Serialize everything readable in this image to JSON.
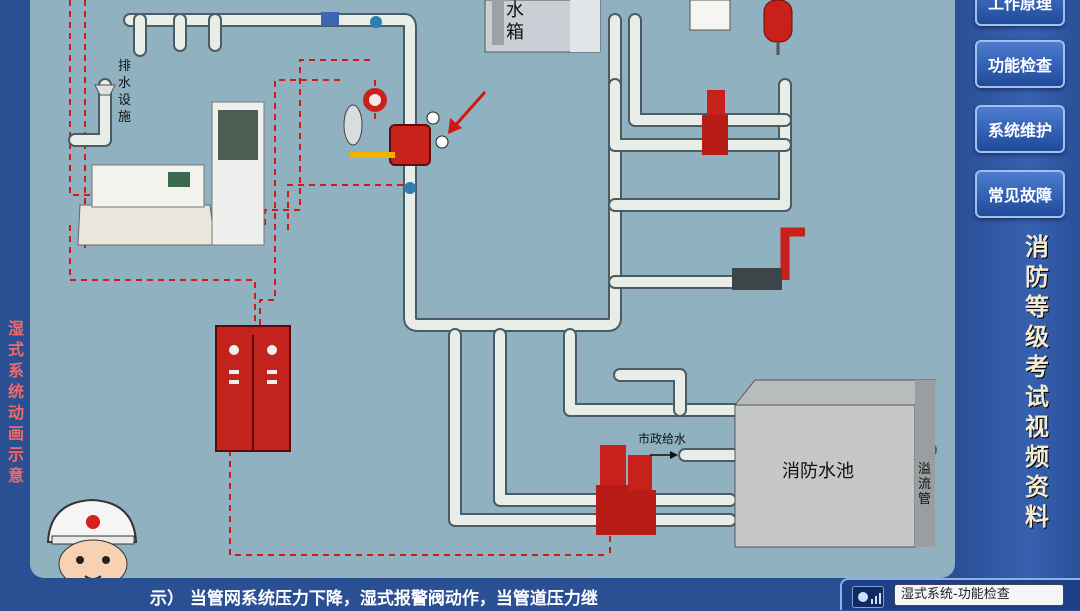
{
  "nav": {
    "item0": "工作原理",
    "item1": "功能检查",
    "item2": "系统维护",
    "item3": "常见故障"
  },
  "side_title_right": [
    "消",
    "防",
    "等",
    "级",
    "考",
    "试",
    "视",
    "频",
    "资",
    "料"
  ],
  "side_title_left": [
    "湿",
    "式",
    "系",
    "统",
    "动",
    "画",
    "示",
    "意"
  ],
  "labels": {
    "water_tank": [
      "水",
      "箱"
    ],
    "drain": [
      "排",
      "水",
      "设",
      "施"
    ],
    "fire_pool": "消防水池",
    "municipal": "市政给水",
    "overflow": [
      "溢",
      "流",
      "管"
    ]
  },
  "caption": "示）    当管网系统压力下降，湿式报警阀动作，当管道压力继",
  "status": {
    "text": "湿式系统-功能检查"
  },
  "colors": {
    "diagram_bg": "#8fb1c0",
    "pipe": "#e8ede8",
    "equipment_red": "#c7221b",
    "frame_blue": "#2a4f93",
    "signal_line": "#d11a16"
  }
}
